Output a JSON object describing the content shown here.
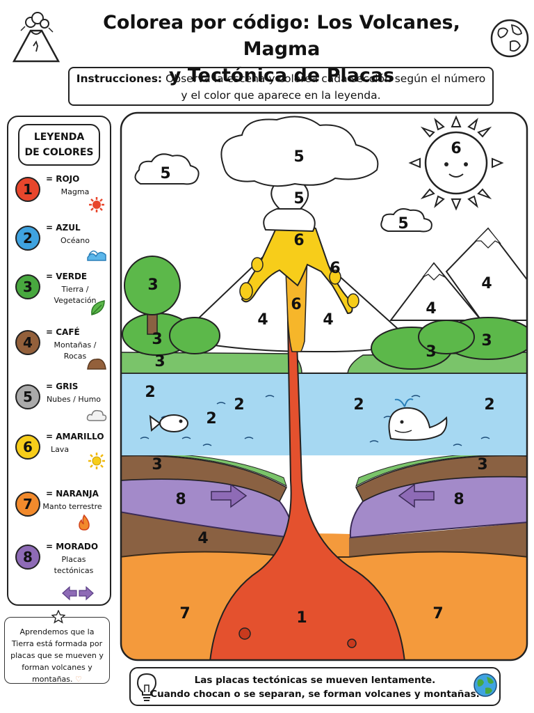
{
  "title": {
    "line1": "Colorea por código: Los Volcanes, Magma",
    "line2": "y Tectónica de Placas"
  },
  "instructions": {
    "label": "Instrucciones:",
    "text": "Observa la escena y colorea cada sección según el número",
    "text2": "y el color que aparece en la leyenda."
  },
  "legend": {
    "title_line1": "LEYENDA",
    "title_line2": "DE COLORES",
    "items": [
      {
        "num": "1",
        "name": "= ROJO",
        "desc": "Magma",
        "color": "#e8462c",
        "icon": "sun-burst-icon"
      },
      {
        "num": "2",
        "name": "= AZUL",
        "desc": "Océano",
        "color": "#3fa3e0",
        "icon": "wave-icon"
      },
      {
        "num": "3",
        "name": "= VERDE",
        "desc": "Tierra / Vegetación",
        "color": "#48a83f",
        "icon": "leaf-icon"
      },
      {
        "num": "4",
        "name": "= CAFÉ",
        "desc": "Montañas / Rocas",
        "color": "#93603b",
        "icon": "rock-icon"
      },
      {
        "num": "5",
        "name": "= GRIS",
        "desc": "Nubes / Humo",
        "color": "#aaaaaa",
        "icon": "cloud-icon"
      },
      {
        "num": "6",
        "name": "= AMARILLO",
        "desc": "Lava",
        "color": "#f7cd1a",
        "icon": "sun-icon"
      },
      {
        "num": "7",
        "name": "= NARANJA",
        "desc": "Manto terrestre",
        "color": "#f28a2c",
        "icon": "flame-icon"
      },
      {
        "num": "8",
        "name": "= MORADO",
        "desc": "Placas tectónicas",
        "color": "#8e6bb6",
        "icon": "double-arrow-icon"
      }
    ]
  },
  "fact": {
    "text": "Aprendemos que la Tierra está formada por placas que se mueven y forman volcanes y montañas."
  },
  "bottom": {
    "line1": "Las placas tectónicas se mueven lentamente.",
    "line2": "Cuando chocan o se separan, se forman volcanes y montañas."
  },
  "scene": {
    "labels": {
      "cloud_left": "5",
      "smoke_top": "5",
      "smoke_mid": "5",
      "cloud_right": "5",
      "sun": "6",
      "crater": "6",
      "lava_right": "6",
      "conduit": "6",
      "tree": "3",
      "bush_left": "3",
      "grass_left": "3",
      "bush_right_a": "3",
      "bush_right_b": "3",
      "volcano_left": "4",
      "volcano_right": "4",
      "mountain_far": "4",
      "mountain_near": "4",
      "ocean_1": "2",
      "ocean_2": "2",
      "ocean_3": "2",
      "ocean_4": "2",
      "ocean_5": "2",
      "shelf_left": "3",
      "shelf_right": "3",
      "plate_left": "8",
      "plate_right": "8",
      "rock_left": "4",
      "mantle_left": "7",
      "mantle_right": "7",
      "magma": "1"
    }
  }
}
